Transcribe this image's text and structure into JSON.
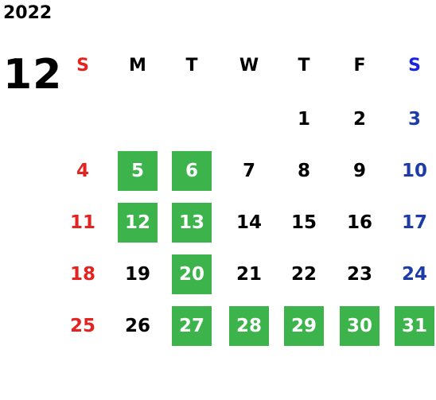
{
  "calendar": {
    "year": "2022",
    "month": "12",
    "weekdays": [
      "S",
      "M",
      "T",
      "W",
      "T",
      "F",
      "S"
    ],
    "weeks": [
      [
        {
          "d": "",
          "h": false
        },
        {
          "d": "",
          "h": false
        },
        {
          "d": "",
          "h": false
        },
        {
          "d": "",
          "h": false
        },
        {
          "d": "1",
          "h": false
        },
        {
          "d": "2",
          "h": false
        },
        {
          "d": "3",
          "h": false
        }
      ],
      [
        {
          "d": "4",
          "h": false
        },
        {
          "d": "5",
          "h": true
        },
        {
          "d": "6",
          "h": true
        },
        {
          "d": "7",
          "h": false
        },
        {
          "d": "8",
          "h": false
        },
        {
          "d": "9",
          "h": false
        },
        {
          "d": "10",
          "h": false
        }
      ],
      [
        {
          "d": "11",
          "h": false
        },
        {
          "d": "12",
          "h": true
        },
        {
          "d": "13",
          "h": true
        },
        {
          "d": "14",
          "h": false
        },
        {
          "d": "15",
          "h": false
        },
        {
          "d": "16",
          "h": false
        },
        {
          "d": "17",
          "h": false
        }
      ],
      [
        {
          "d": "18",
          "h": false
        },
        {
          "d": "19",
          "h": false
        },
        {
          "d": "20",
          "h": true
        },
        {
          "d": "21",
          "h": false
        },
        {
          "d": "22",
          "h": false
        },
        {
          "d": "23",
          "h": false
        },
        {
          "d": "24",
          "h": false
        }
      ],
      [
        {
          "d": "25",
          "h": false
        },
        {
          "d": "26",
          "h": false
        },
        {
          "d": "27",
          "h": true
        },
        {
          "d": "28",
          "h": true
        },
        {
          "d": "29",
          "h": true
        },
        {
          "d": "30",
          "h": true
        },
        {
          "d": "31",
          "h": true
        }
      ]
    ],
    "colors": {
      "sunday": "#e3231f",
      "saturday": "#1e3ca8",
      "saturday_header": "#1a23e0",
      "highlight": "#3cb44b",
      "highlight_text": "#ffffff"
    }
  }
}
